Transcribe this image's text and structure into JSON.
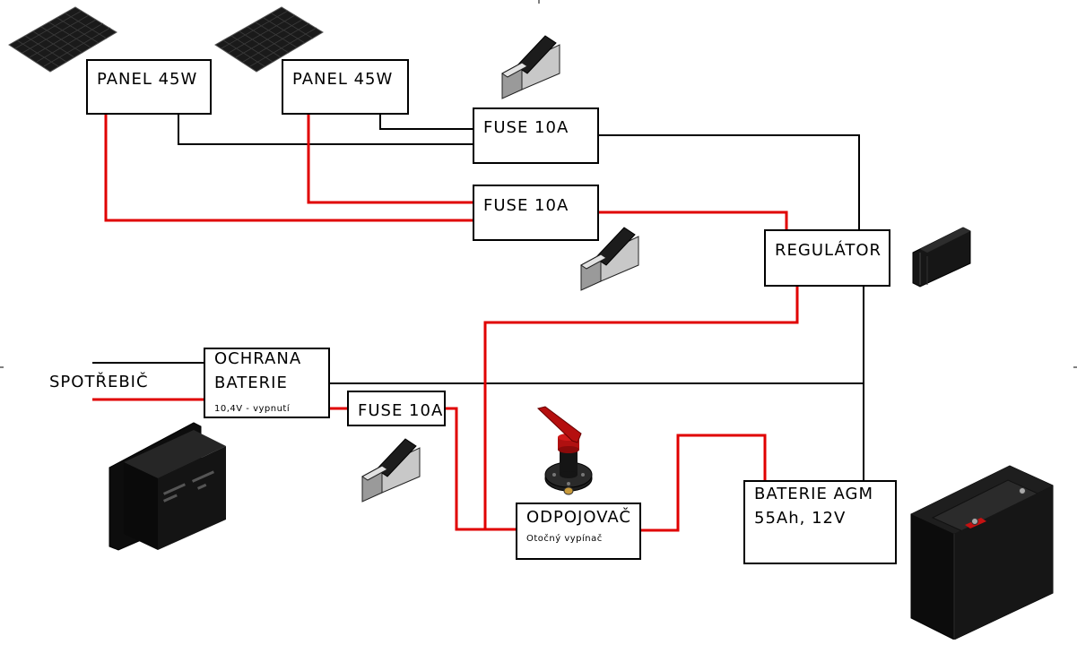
{
  "diagram": {
    "title": "Solar charging wiring diagram",
    "colors": {
      "positive_wire": "#e00000",
      "negative_wire": "#000000",
      "box_border": "#000000"
    },
    "nodes": {
      "panel1": {
        "label": "PANEL 45W",
        "icon": "solar-panel-icon"
      },
      "panel2": {
        "label": "PANEL 45W",
        "icon": "solar-panel-icon"
      },
      "fuse_top": {
        "label": "FUSE 10A",
        "icon": "fuse-holder-icon"
      },
      "fuse_mid": {
        "label": "FUSE 10A",
        "icon": "fuse-holder-icon"
      },
      "regulator": {
        "label": "REGULÁTOR",
        "icon": "charge-regulator-icon"
      },
      "load": {
        "label": "SPOTŘEBIČ"
      },
      "protection": {
        "line1": "OCHRANA",
        "line2": "BATERIE",
        "note": "10,4V - vypnutí",
        "icon": "battery-protector-icon"
      },
      "fuse_low": {
        "label": "FUSE 10A",
        "icon": "fuse-holder-icon"
      },
      "disconnect": {
        "label": "ODPOJOVAČ",
        "note": "Otočný vypínač",
        "icon": "rotary-switch-icon"
      },
      "battery": {
        "line1": "BATERIE AGM",
        "line2": "55Ah, 12V",
        "icon": "agm-battery-icon"
      }
    },
    "connections": [
      {
        "from": "panel1",
        "to": "fuse_top",
        "polarity": "negative"
      },
      {
        "from": "panel2",
        "to": "fuse_top",
        "polarity": "negative"
      },
      {
        "from": "panel1",
        "to": "fuse_mid",
        "polarity": "positive"
      },
      {
        "from": "panel2",
        "to": "fuse_mid",
        "polarity": "positive"
      },
      {
        "from": "fuse_top",
        "to": "regulator",
        "polarity": "negative"
      },
      {
        "from": "fuse_mid",
        "to": "regulator",
        "polarity": "positive"
      },
      {
        "from": "regulator",
        "to": "disconnect",
        "polarity": "positive"
      },
      {
        "from": "regulator",
        "to": "battery",
        "polarity": "negative"
      },
      {
        "from": "protection",
        "to": "battery",
        "polarity": "negative"
      },
      {
        "from": "load",
        "to": "protection",
        "polarity": "negative"
      },
      {
        "from": "load",
        "to": "protection",
        "polarity": "positive"
      },
      {
        "from": "protection",
        "to": "fuse_low",
        "polarity": "positive"
      },
      {
        "from": "fuse_low",
        "to": "disconnect",
        "polarity": "positive"
      },
      {
        "from": "disconnect",
        "to": "battery",
        "polarity": "positive"
      }
    ]
  }
}
